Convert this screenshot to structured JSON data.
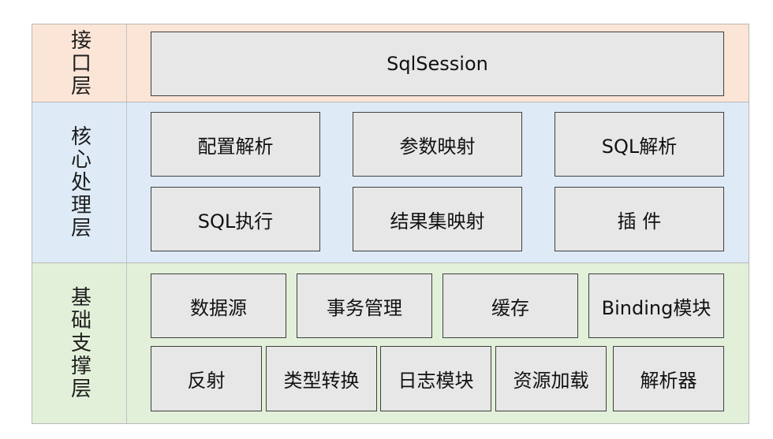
{
  "colors": {
    "interface_bg": "#fbe5d6",
    "core_bg": "#deebf7",
    "foundation_bg": "#e2f0d9",
    "box_bg": "#e7e7e7",
    "box_border": "#3f3f3f"
  },
  "layers": {
    "interface": {
      "label": "接口层",
      "boxes": [
        "SqlSession"
      ]
    },
    "core": {
      "label": "核心处理层",
      "boxes": [
        "配置解析",
        "参数映射",
        "SQL解析",
        "SQL执行",
        "结果集映射",
        "插 件"
      ]
    },
    "foundation": {
      "label": "基础支撑层",
      "boxes": [
        "数据源",
        "事务管理",
        "缓存",
        "Binding模块",
        "反射",
        "类型转换",
        "日志模块",
        "资源加载",
        "解析器"
      ]
    }
  }
}
